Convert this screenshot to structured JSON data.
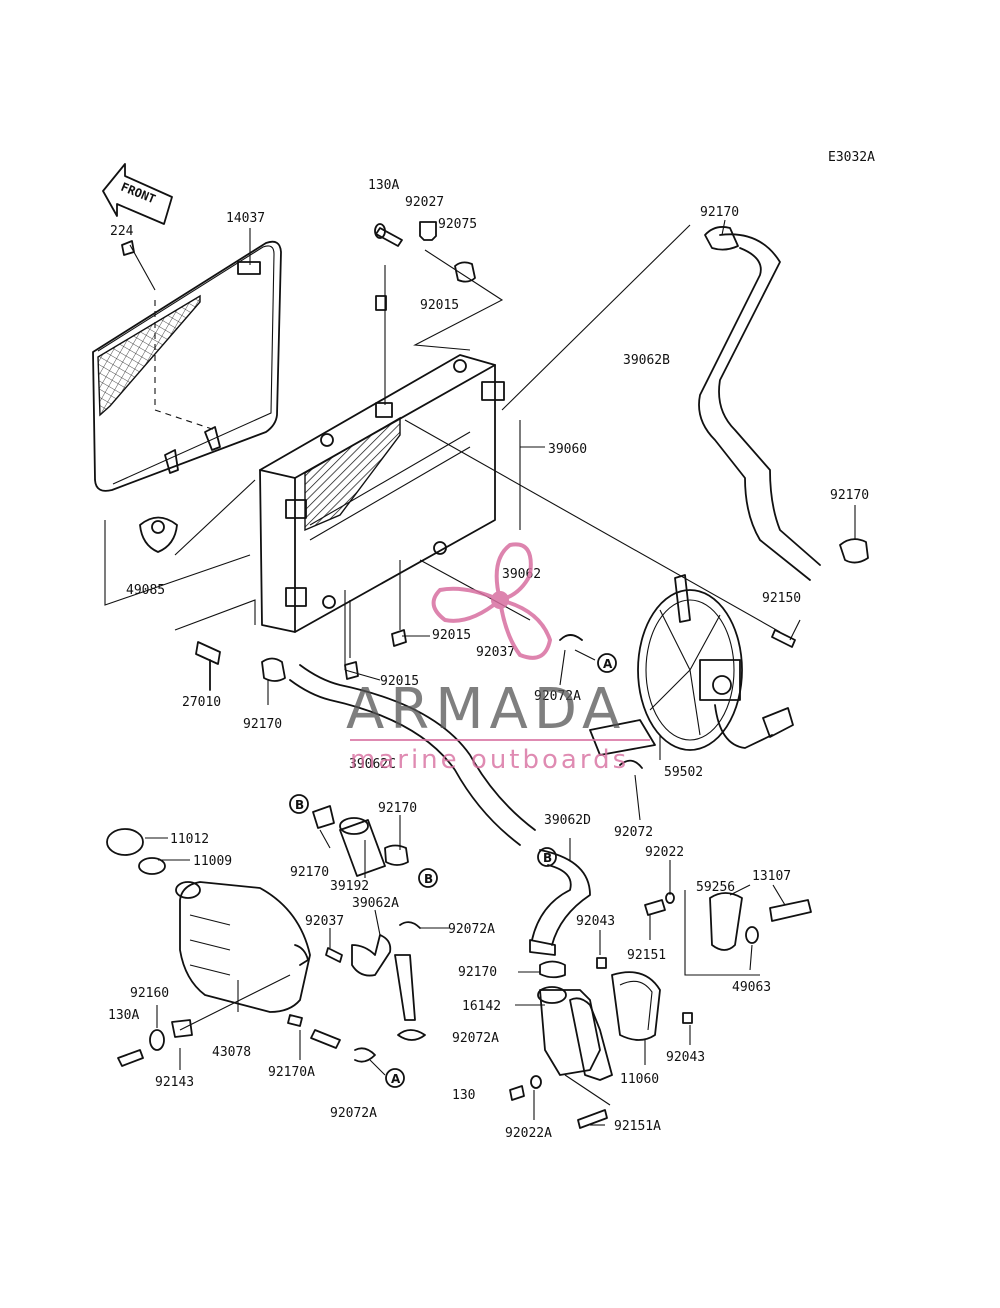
{
  "diagram_code": "E3032A",
  "front_label": "FRONT",
  "labels": [
    {
      "id": "p130A_top",
      "text": "130A"
    },
    {
      "id": "p92027",
      "text": "92027"
    },
    {
      "id": "p92075",
      "text": "92075"
    },
    {
      "id": "p14037",
      "text": "14037"
    },
    {
      "id": "p224",
      "text": "224"
    },
    {
      "id": "p92015_top",
      "text": "92015"
    },
    {
      "id": "p92170_top",
      "text": "92170"
    },
    {
      "id": "p39062B",
      "text": "39062B"
    },
    {
      "id": "p39060",
      "text": "39060"
    },
    {
      "id": "p92170_right",
      "text": "92170"
    },
    {
      "id": "p39062",
      "text": "39062"
    },
    {
      "id": "p92150",
      "text": "92150"
    },
    {
      "id": "p49085",
      "text": "49085"
    },
    {
      "id": "p92015_mid",
      "text": "92015"
    },
    {
      "id": "p92037_mid",
      "text": "92037"
    },
    {
      "id": "p92015_low",
      "text": "92015"
    },
    {
      "id": "p92072A_mid",
      "text": "92072A"
    },
    {
      "id": "p27010",
      "text": "27010"
    },
    {
      "id": "p92170_left",
      "text": "92170"
    },
    {
      "id": "p39062C",
      "text": "39062C"
    },
    {
      "id": "p59502",
      "text": "59502"
    },
    {
      "id": "p92170_b",
      "text": "92170"
    },
    {
      "id": "p39062D",
      "text": "39062D"
    },
    {
      "id": "p92072_right",
      "text": "92072"
    },
    {
      "id": "p11012",
      "text": "11012"
    },
    {
      "id": "p11009",
      "text": "11009"
    },
    {
      "id": "p92170_c",
      "text": "92170"
    },
    {
      "id": "p39192",
      "text": "39192"
    },
    {
      "id": "p92022",
      "text": "92022"
    },
    {
      "id": "p13107",
      "text": "13107"
    },
    {
      "id": "p59256",
      "text": "59256"
    },
    {
      "id": "p39062A",
      "text": "39062A"
    },
    {
      "id": "p92037_low",
      "text": "92037"
    },
    {
      "id": "p92072A_low",
      "text": "92072A"
    },
    {
      "id": "p92043_top",
      "text": "92043"
    },
    {
      "id": "p92151",
      "text": "92151"
    },
    {
      "id": "p49063",
      "text": "49063"
    },
    {
      "id": "p92170_d",
      "text": "92170"
    },
    {
      "id": "p16142",
      "text": "16142"
    },
    {
      "id": "p92160",
      "text": "92160"
    },
    {
      "id": "p130A_low",
      "text": "130A"
    },
    {
      "id": "p92072A_pump",
      "text": "92072A"
    },
    {
      "id": "p92043_low",
      "text": "92043"
    },
    {
      "id": "p43078",
      "text": "43078"
    },
    {
      "id": "p11060",
      "text": "11060"
    },
    {
      "id": "p92143",
      "text": "92143"
    },
    {
      "id": "p92170A",
      "text": "92170A"
    },
    {
      "id": "p130",
      "text": "130"
    },
    {
      "id": "p92072A_bottom",
      "text": "92072A"
    },
    {
      "id": "p92022A",
      "text": "92022A"
    },
    {
      "id": "p92151A",
      "text": "92151A"
    }
  ],
  "connectors": [
    "A",
    "A",
    "B",
    "B",
    "B"
  ],
  "watermark": {
    "brand": "ARMADA",
    "tagline": "marine outboards",
    "accent": "#d86fa0"
  }
}
